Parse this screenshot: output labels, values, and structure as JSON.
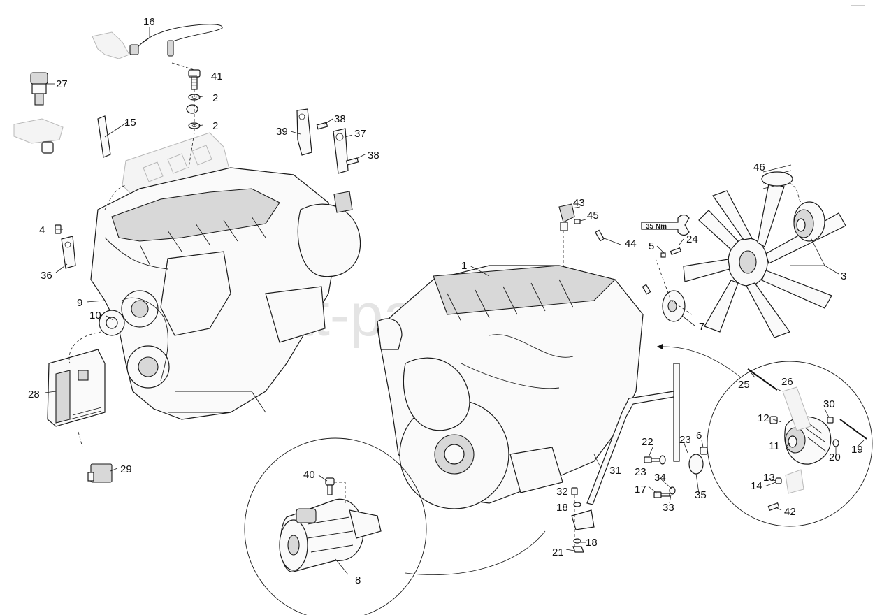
{
  "diagram": {
    "watermark": "at-parts.ru",
    "torque_label": "35 Nm",
    "callouts": {
      "c1": "1",
      "c2a": "2",
      "c2b": "2",
      "c3": "3",
      "c4": "4",
      "c5": "5",
      "c6": "6",
      "c7": "7",
      "c8": "8",
      "c9": "9",
      "c10": "10",
      "c11": "11",
      "c12": "12",
      "c13": "13",
      "c14": "14",
      "c15": "15",
      "c16": "16",
      "c17": "17",
      "c18a": "18",
      "c18b": "18",
      "c19": "19",
      "c20": "20",
      "c21": "21",
      "c22": "22",
      "c23a": "23",
      "c23b": "23",
      "c24": "24",
      "c25": "25",
      "c26": "26",
      "c27": "27",
      "c28": "28",
      "c29": "29",
      "c30": "30",
      "c31": "31",
      "c32": "32",
      "c33": "33",
      "c34": "34",
      "c35": "35",
      "c36": "36",
      "c37": "37",
      "c38a": "38",
      "c38b": "38",
      "c39": "39",
      "c40": "40",
      "c41": "41",
      "c42": "42",
      "c43": "43",
      "c44": "44",
      "c45": "45",
      "c46": "46"
    },
    "icons": [
      "engine-front-view",
      "engine-rear-view",
      "cooling-fan",
      "fan-hub",
      "starter-motor",
      "alternator",
      "ecu-module",
      "sensor",
      "relay",
      "pipe",
      "bracket",
      "bolt",
      "washer",
      "wrench"
    ]
  }
}
